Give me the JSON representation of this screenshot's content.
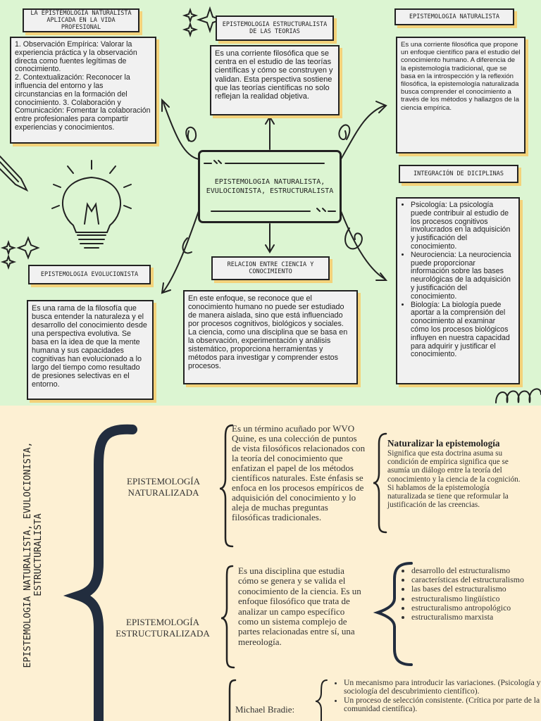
{
  "map": {
    "center_title": "EPISTEMOLOGIA NATURALISTA, EVULOCIONISTA, ESTRUCTURALISTA",
    "aplicada": {
      "title": "LA EPISTEMOLOGIA NATURALISTA APLICADA EN LA VIDA PROFESIONAL",
      "text": "1.  Observación Empírica: Valorar la experiencia práctica y la observación directa como fuentes legítimas de conocimiento.\n2.  Contextualización: Reconocer la influencia del entorno y las circunstancias en la formación del conocimiento. 3. Colaboración y Comunicación: Fomentar la colaboración entre profesionales para compartir experiencias y conocimientos."
    },
    "estructuralista": {
      "title": "EPISTEMOLOGIA ESTRUCTURALISTA DE LAS TEORIAS",
      "text": "Es una corriente filosófica que se centra en el estudio de las teorías científicas y cómo se construyen y validan. Esta perspectiva sostiene que las teorías científicas no solo reflejan la realidad objetiva."
    },
    "naturalista": {
      "title": "EPISTEMOLOGIA NATURALISTA",
      "text": "Es una corriente filosófica que propone un enfoque científico para el estudio del conocimiento humano. A diferencia de la epistemología tradicional, que se basa en la introspección y la reflexión filosófica, la epistemología naturalizada busca comprender el conocimiento a través de los métodos y hallazgos de la ciencia empírica."
    },
    "integracion": {
      "title": "INTEGRACIÓN DE DICIPLINAS",
      "items": [
        "Psicología: La psicología puede contribuir al estudio de los procesos cognitivos involucrados en la adquisición y justificación del conocimiento.",
        "Neurociencia: La neurociencia puede proporcionar información sobre las bases neurológicas de la adquisición y justificación del conocimiento.",
        "Biología: La biología puede aportar a la comprensión del conocimiento al examinar cómo los procesos biológicos influyen en nuestra capacidad para adquirir y justificar el conocimiento."
      ]
    },
    "evolucionista": {
      "title": "EPISTEMOLOGIA EVOLUCIONISTA",
      "text": "Es una rama de la filosofía que busca entender la naturaleza y el desarrollo del conocimiento desde una perspectiva evolutiva. Se basa en la idea de que la mente humana y sus capacidades cognitivas han evolucionado a lo largo del tiempo como resultado de presiones selectivas en el entorno."
    },
    "relacion": {
      "title": "RELACION ENTRE CIENCIA Y CONOCIMIENTO",
      "text": "En este enfoque, se reconoce que el conocimiento humano no puede ser estudiado de manera aislada, sino que está influenciado por procesos cognitivos, biológicos y sociales. La ciencia, como una disciplina que se basa en la observación, experimentación y análisis sistemático, proporciona herramientas y métodos para investigar y comprender estos procesos."
    }
  },
  "chart": {
    "vertical_title": "EPISTEMOLOGIA NATURALISTA, EVULOCIONISTA, ESTRUCTURALISTA",
    "naturalizada": {
      "label": "EPISTEMOLOGÍA NATURALIZADA",
      "text": "Es un término acuñado por WVO Quine, es una colección de puntos de vista filosóficos relacionados con la teoría del conocimiento que enfatizan el papel de los métodos científicos naturales. Este énfasis se enfoca en los procesos empíricos de adquisición del conocimiento y lo aleja de muchas preguntas filosóficas tradicionales.",
      "sub_title": "Naturalizar la epistemología",
      "sub_text": "Significa que esta doctrina asuma su condición de empírica significa que se asumía un diálogo entre la teoría del conocimiento y la ciencia de la cognición. Si hablamos de la epistemología naturalizada se tiene que reformular la justificación de las creencias."
    },
    "estructuralizada": {
      "label": "EPISTEMOLOGÍA ESTRUCTURALIZADA",
      "text": "Es una disciplina que estudia cómo se genera y se valida el conocimiento de la ciencia. Es un enfoque filosófico que trata de analizar un campo específico como un sistema complejo de partes relacionadas entre sí, una mereología.",
      "items": [
        "desarrollo del estructuralismo",
        "características del estructuralismo",
        "las bases del estructuralismo",
        "estructuralismo lingüístico",
        "estructuralismo antropológico",
        "estructuralismo marxista"
      ]
    },
    "bradie": {
      "label": "Michael Bradie:",
      "items": [
        "Un mecanismo para introducir las variaciones. (Psicología y sociología del descubrimiento científico).",
        "Un proceso de selección consistente. (Crítica por parte de la comunidad científica)."
      ]
    }
  }
}
